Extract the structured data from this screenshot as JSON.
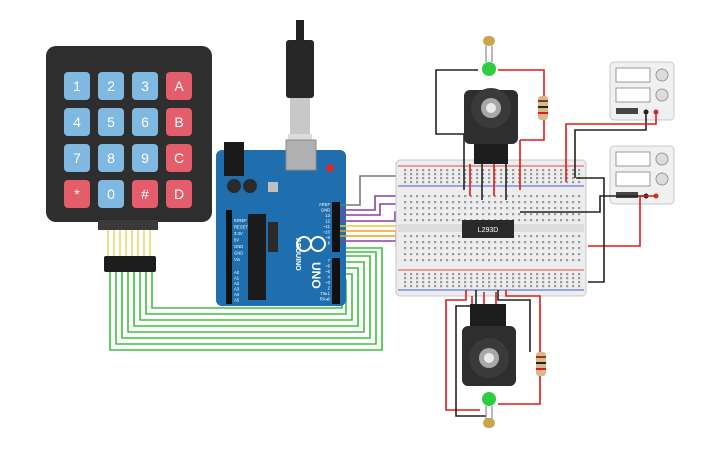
{
  "keypad": {
    "keys": [
      {
        "label": "1",
        "type": "num"
      },
      {
        "label": "2",
        "type": "num"
      },
      {
        "label": "3",
        "type": "num"
      },
      {
        "label": "A",
        "type": "letter"
      },
      {
        "label": "4",
        "type": "num"
      },
      {
        "label": "5",
        "type": "num"
      },
      {
        "label": "6",
        "type": "num"
      },
      {
        "label": "B",
        "type": "letter"
      },
      {
        "label": "7",
        "type": "num"
      },
      {
        "label": "8",
        "type": "num"
      },
      {
        "label": "9",
        "type": "num"
      },
      {
        "label": "C",
        "type": "letter"
      },
      {
        "label": "*",
        "type": "letter"
      },
      {
        "label": "0",
        "type": "num"
      },
      {
        "label": "#",
        "type": "letter"
      },
      {
        "label": "D",
        "type": "letter"
      }
    ]
  },
  "arduino": {
    "brand": "ARDUINO",
    "model": "UNO",
    "pin_labels_left": [
      "IOREF",
      "RESET",
      "3.3V",
      "5V",
      "GND",
      "GND",
      "Vin"
    ],
    "analog_labels": [
      "A0",
      "A1",
      "A2",
      "A3",
      "A4",
      "A5"
    ],
    "digital_labels_top": [
      "AREF",
      "GND",
      "13",
      "12",
      "~11",
      "~10",
      "~9",
      "8"
    ],
    "digital_labels_bottom": [
      "7",
      "~6",
      "~5",
      "4",
      "~3",
      "2",
      "TX▸1",
      "RX◂0"
    ]
  },
  "driver_chip": {
    "label": "L293D"
  },
  "colors": {
    "keypad_body": "#2e2e2e",
    "num_key": "#7fb8e0",
    "letter_key": "#e35d6a",
    "arduino_board": "#1f6fae",
    "wire_green": "#3fbf3f",
    "wire_red": "#e0191b",
    "wire_black": "#222222",
    "wire_purple": "#8c3ca8",
    "wire_orange": "#f0a020",
    "wire_yellow": "#e8c832",
    "wire_gray": "#777777",
    "led_green": "#2ecc40",
    "resistor_body": "#d9b98a"
  }
}
